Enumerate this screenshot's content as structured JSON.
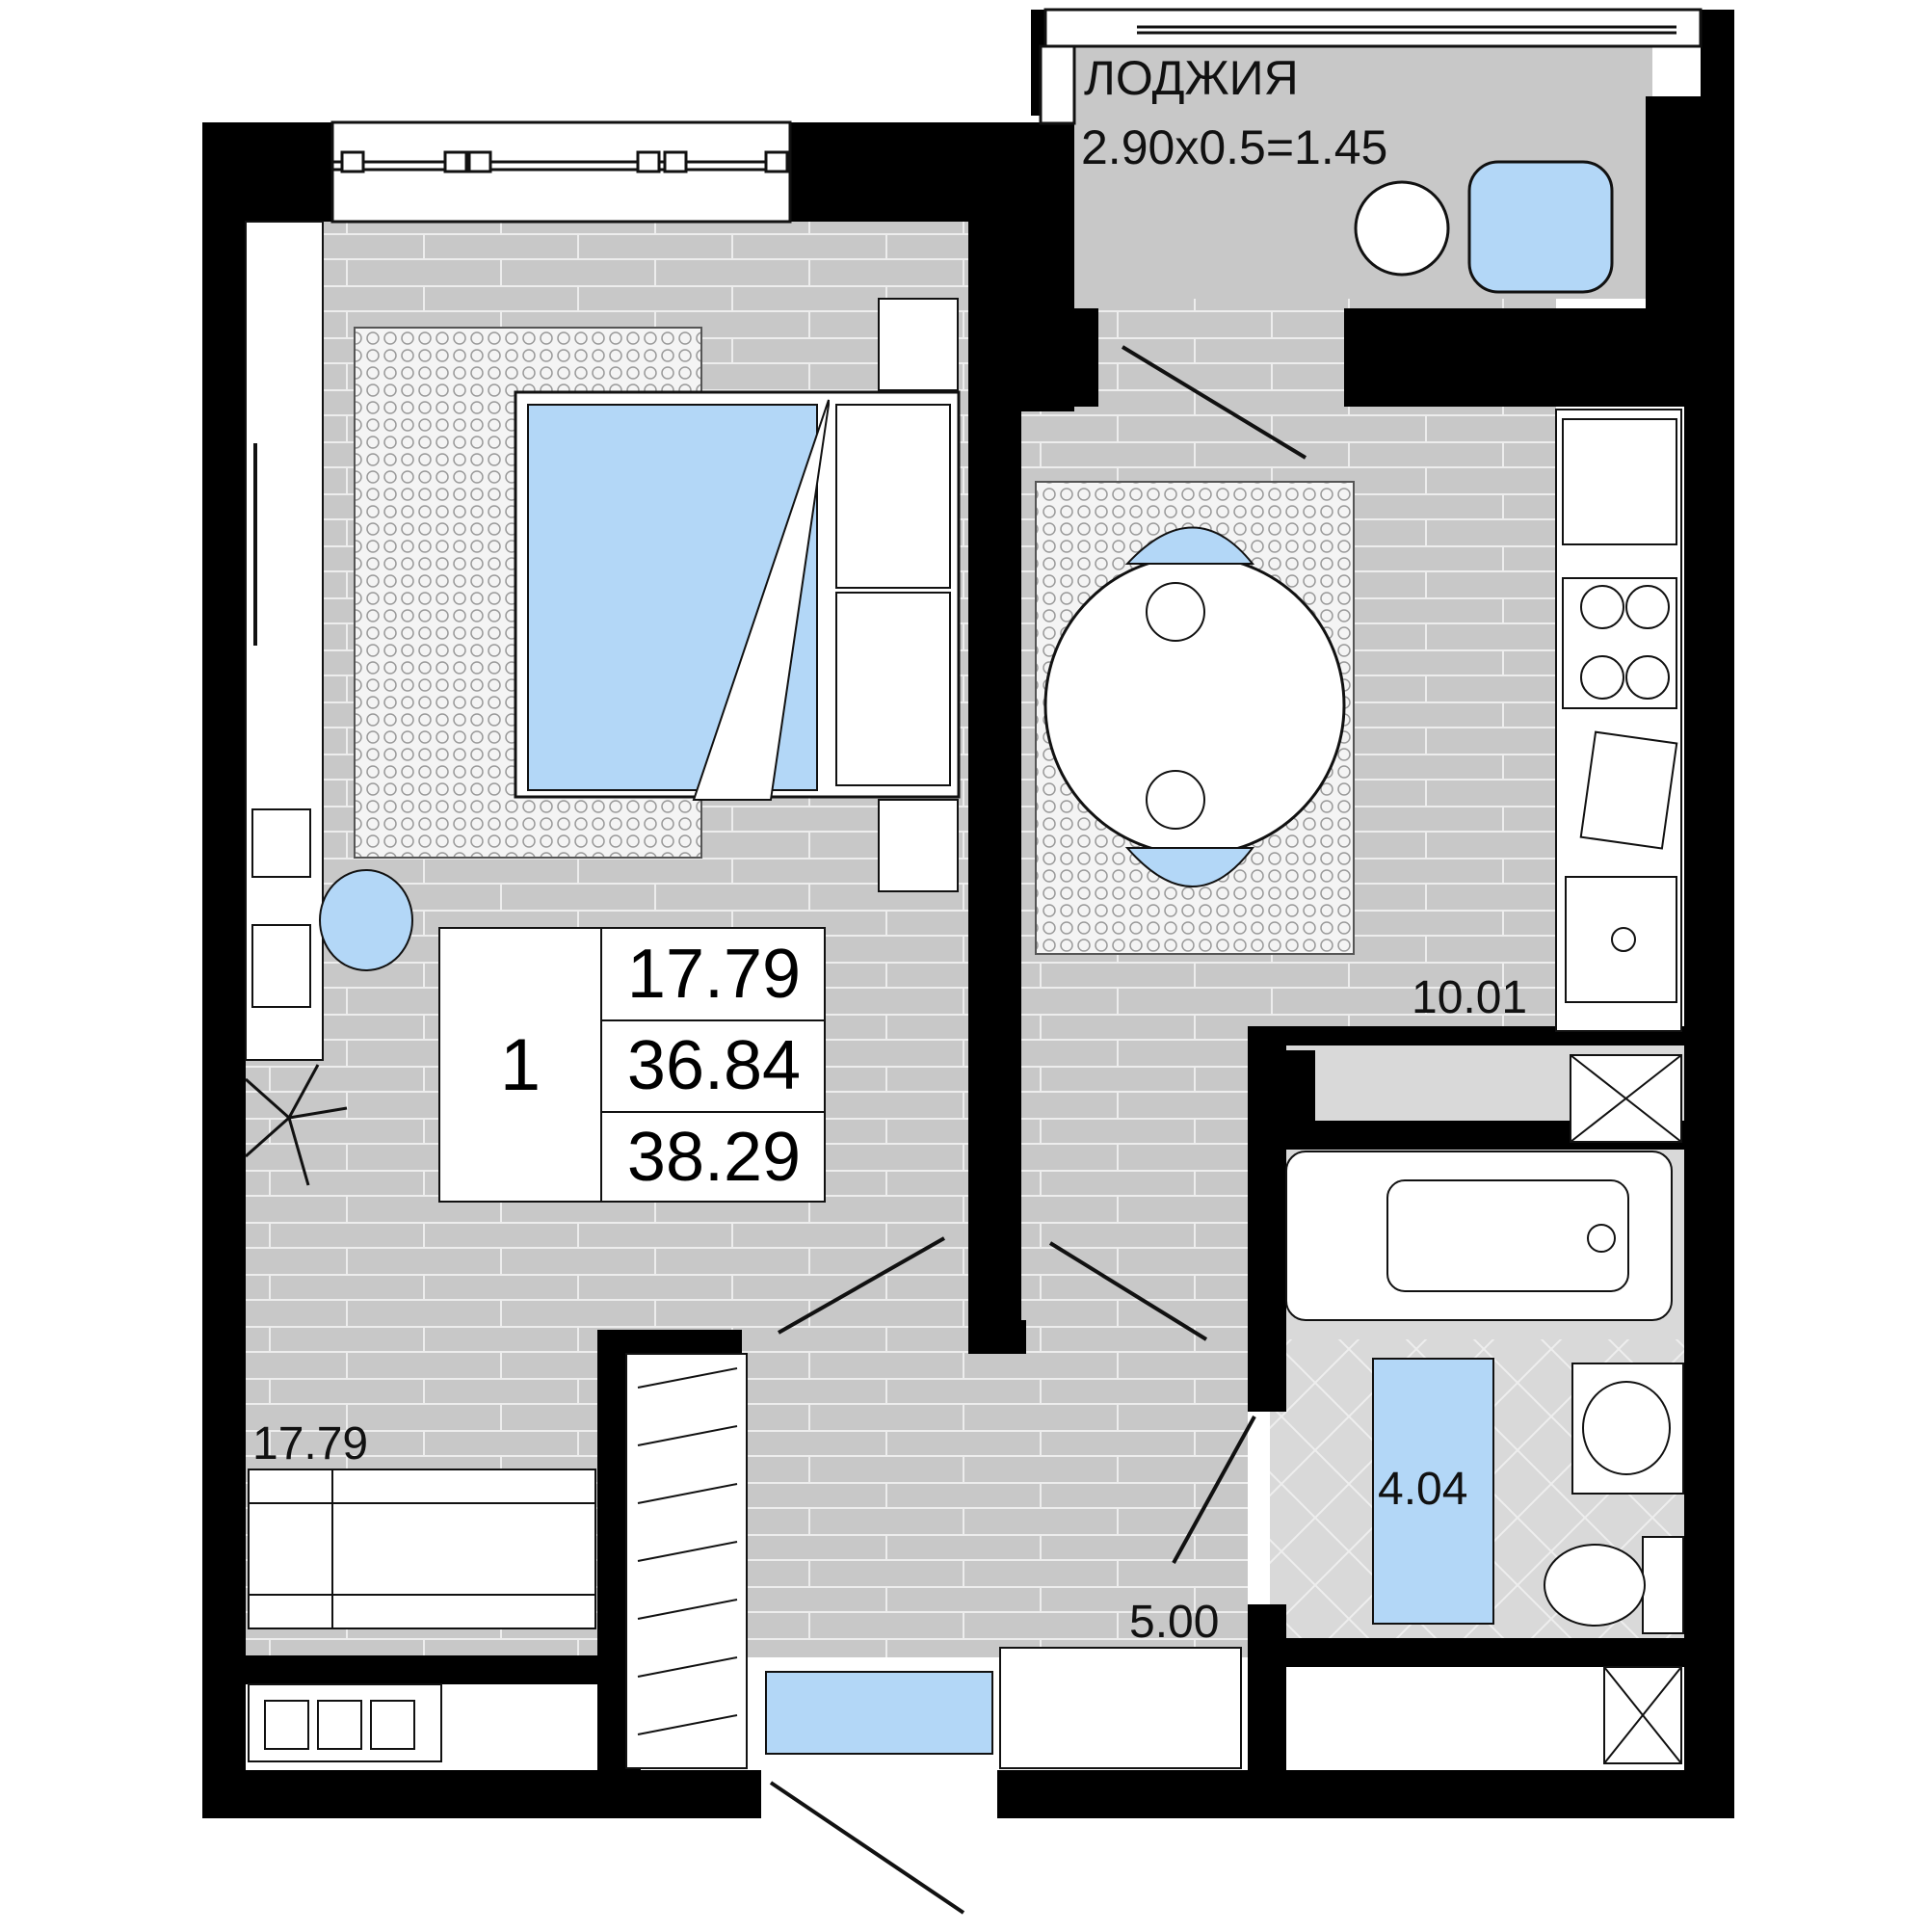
{
  "plan": {
    "rooms_count": "1",
    "living_area": "17.79",
    "total_area": "36.84",
    "total_area_with_loggia": "38.29",
    "loggia_title": "ЛОДЖИЯ",
    "loggia_calc": "2.90x0.5=1.45",
    "room_labels": {
      "bedroom": "17.79",
      "kitchen": "10.01",
      "hall": "5.00",
      "bathroom": "4.04"
    },
    "colors": {
      "wall": "#000000",
      "floor": "#c8c8c8",
      "tile": "#d9d9d9",
      "accent_blue": "#b3d7f7",
      "line": "#111111"
    }
  }
}
